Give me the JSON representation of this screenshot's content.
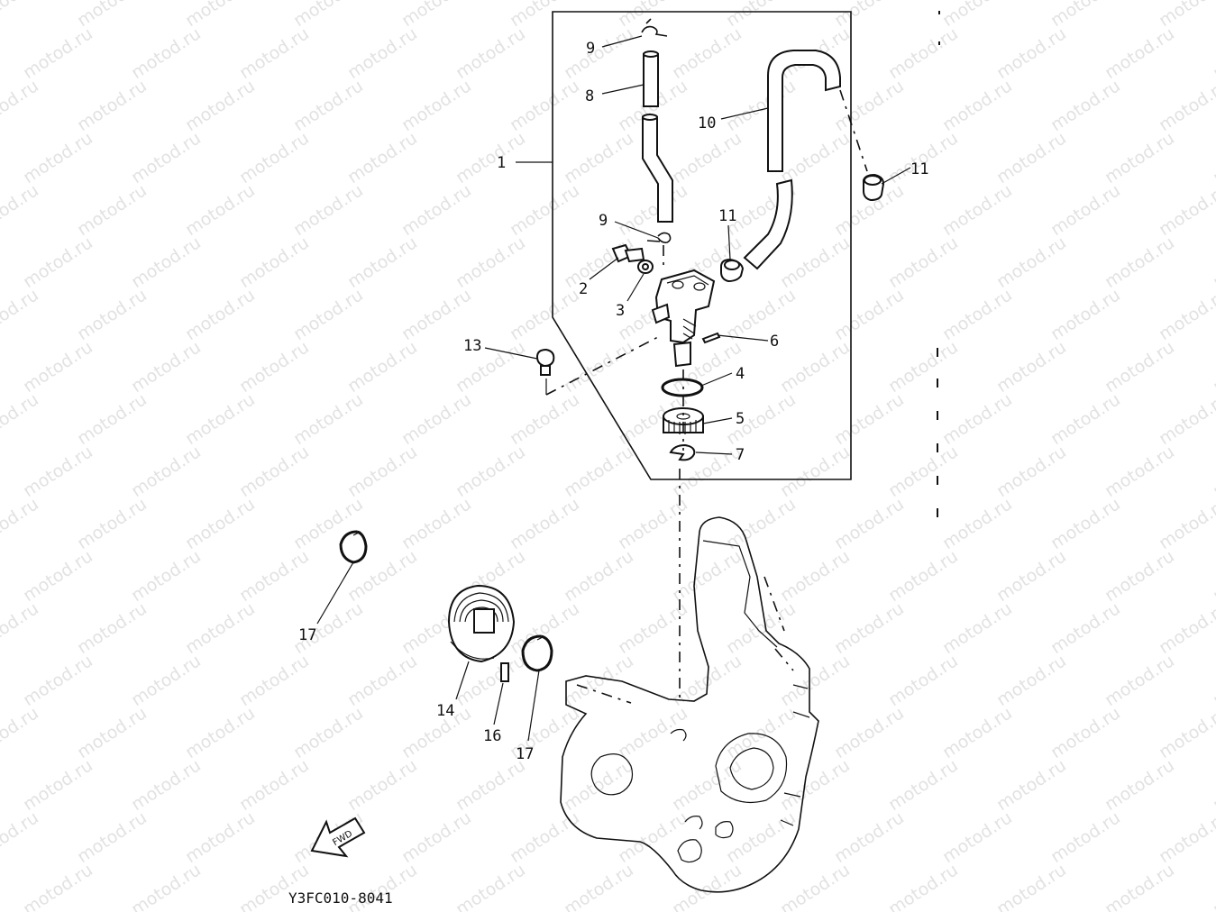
{
  "diagram": {
    "watermark_text": "motod.ru",
    "drawing_code": "Y3FC010-8041",
    "fwd_badge": "FWD",
    "callouts": [
      {
        "id": "c1",
        "label": "1"
      },
      {
        "id": "c2",
        "label": "2"
      },
      {
        "id": "c3",
        "label": "3"
      },
      {
        "id": "c4",
        "label": "4"
      },
      {
        "id": "c5",
        "label": "5"
      },
      {
        "id": "c6",
        "label": "6"
      },
      {
        "id": "c7",
        "label": "7"
      },
      {
        "id": "c8",
        "label": "8"
      },
      {
        "id": "c9a",
        "label": "9"
      },
      {
        "id": "c9b",
        "label": "9"
      },
      {
        "id": "c10",
        "label": "10"
      },
      {
        "id": "c11a",
        "label": "11"
      },
      {
        "id": "c11b",
        "label": "11"
      },
      {
        "id": "c13",
        "label": "13"
      },
      {
        "id": "c14",
        "label": "14"
      },
      {
        "id": "c16",
        "label": "16"
      },
      {
        "id": "c17a",
        "label": "17"
      },
      {
        "id": "c17b",
        "label": "17"
      }
    ]
  }
}
